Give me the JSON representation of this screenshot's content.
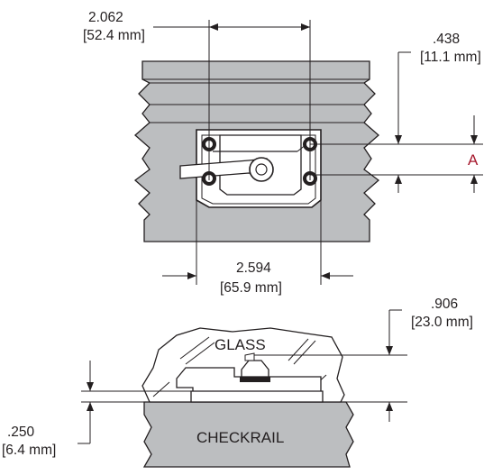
{
  "top_view": {
    "dim_width_in": "2.062",
    "dim_width_mm": "[52.4 mm]",
    "dim_offset_in": ".438",
    "dim_offset_mm": "[11.1 mm]",
    "dim_letter": "A",
    "dim_base_in": "2.594",
    "dim_base_mm": "[65.9 mm]"
  },
  "side_view": {
    "dim_height_in": ".906",
    "dim_height_mm": "[23.0 mm]",
    "dim_step_in": ".250",
    "dim_step_mm": "[6.4 mm]",
    "glass_label": "GLASS",
    "checkrail_label": "CHECKRAIL"
  },
  "colors": {
    "frame_gray": "#bcbec0",
    "line": "#231f20",
    "accent": "#a6192e",
    "lock_white": "#ffffff"
  }
}
